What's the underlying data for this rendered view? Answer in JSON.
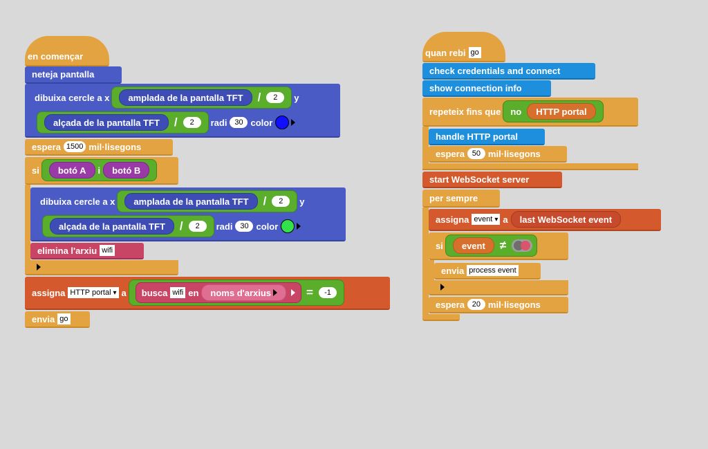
{
  "left_script": {
    "hat": "en començar",
    "clear": "neteja pantalla",
    "circle1": {
      "label": "dibuixa cercle a x",
      "width": "amplada de la pantalla TFT",
      "div": "/",
      "n1": "2",
      "y": "y",
      "height": "alçada de la pantalla TFT",
      "n2": "2",
      "radius_label": "radi",
      "radius": "30",
      "color_label": "color",
      "color": "#1010ff"
    },
    "wait": {
      "label": "espera",
      "value": "1500",
      "unit": "mil·lisegons"
    },
    "if": {
      "label": "si",
      "a": "botó A",
      "and": "i",
      "b": "botó B"
    },
    "circle2": {
      "label": "dibuixa cercle a x",
      "width": "amplada de la pantalla TFT",
      "div": "/",
      "n1": "2",
      "y": "y",
      "height": "alçada de la pantalla TFT",
      "n2": "2",
      "radius_label": "radi",
      "radius": "30",
      "color_label": "color",
      "color": "#33e14a"
    },
    "delete": {
      "label": "elimina l'arxiu",
      "file": "wifi"
    },
    "assign": {
      "label": "assigna",
      "var": "HTTP portal",
      "a": "a",
      "find": "busca",
      "file": "wifi",
      "in": "en",
      "list": "noms d'arxius",
      "eq": "=",
      "value": "-1"
    },
    "broadcast": {
      "label": "envia",
      "msg": "go"
    }
  },
  "right_script": {
    "hat": {
      "label": "quan rebi",
      "msg": "go"
    },
    "check": "check credentials and connect",
    "show": "show connection info",
    "repeat": {
      "label": "repeteix fins que",
      "not": "no",
      "portal": "HTTP portal"
    },
    "handle": "handle HTTP portal",
    "wait1": {
      "label": "espera",
      "value": "50",
      "unit": "mil·lisegons"
    },
    "start": "start WebSocket server",
    "forever": "per sempre",
    "assign": {
      "label": "assigna",
      "var": "event",
      "a": "a",
      "reporter": "last WebSocket event"
    },
    "if": {
      "label": "si",
      "var": "event",
      "neq": "≠"
    },
    "broadcast": {
      "label": "envia",
      "msg": "process event"
    },
    "wait2": {
      "label": "espera",
      "value": "20",
      "unit": "mil·lisegons"
    }
  }
}
